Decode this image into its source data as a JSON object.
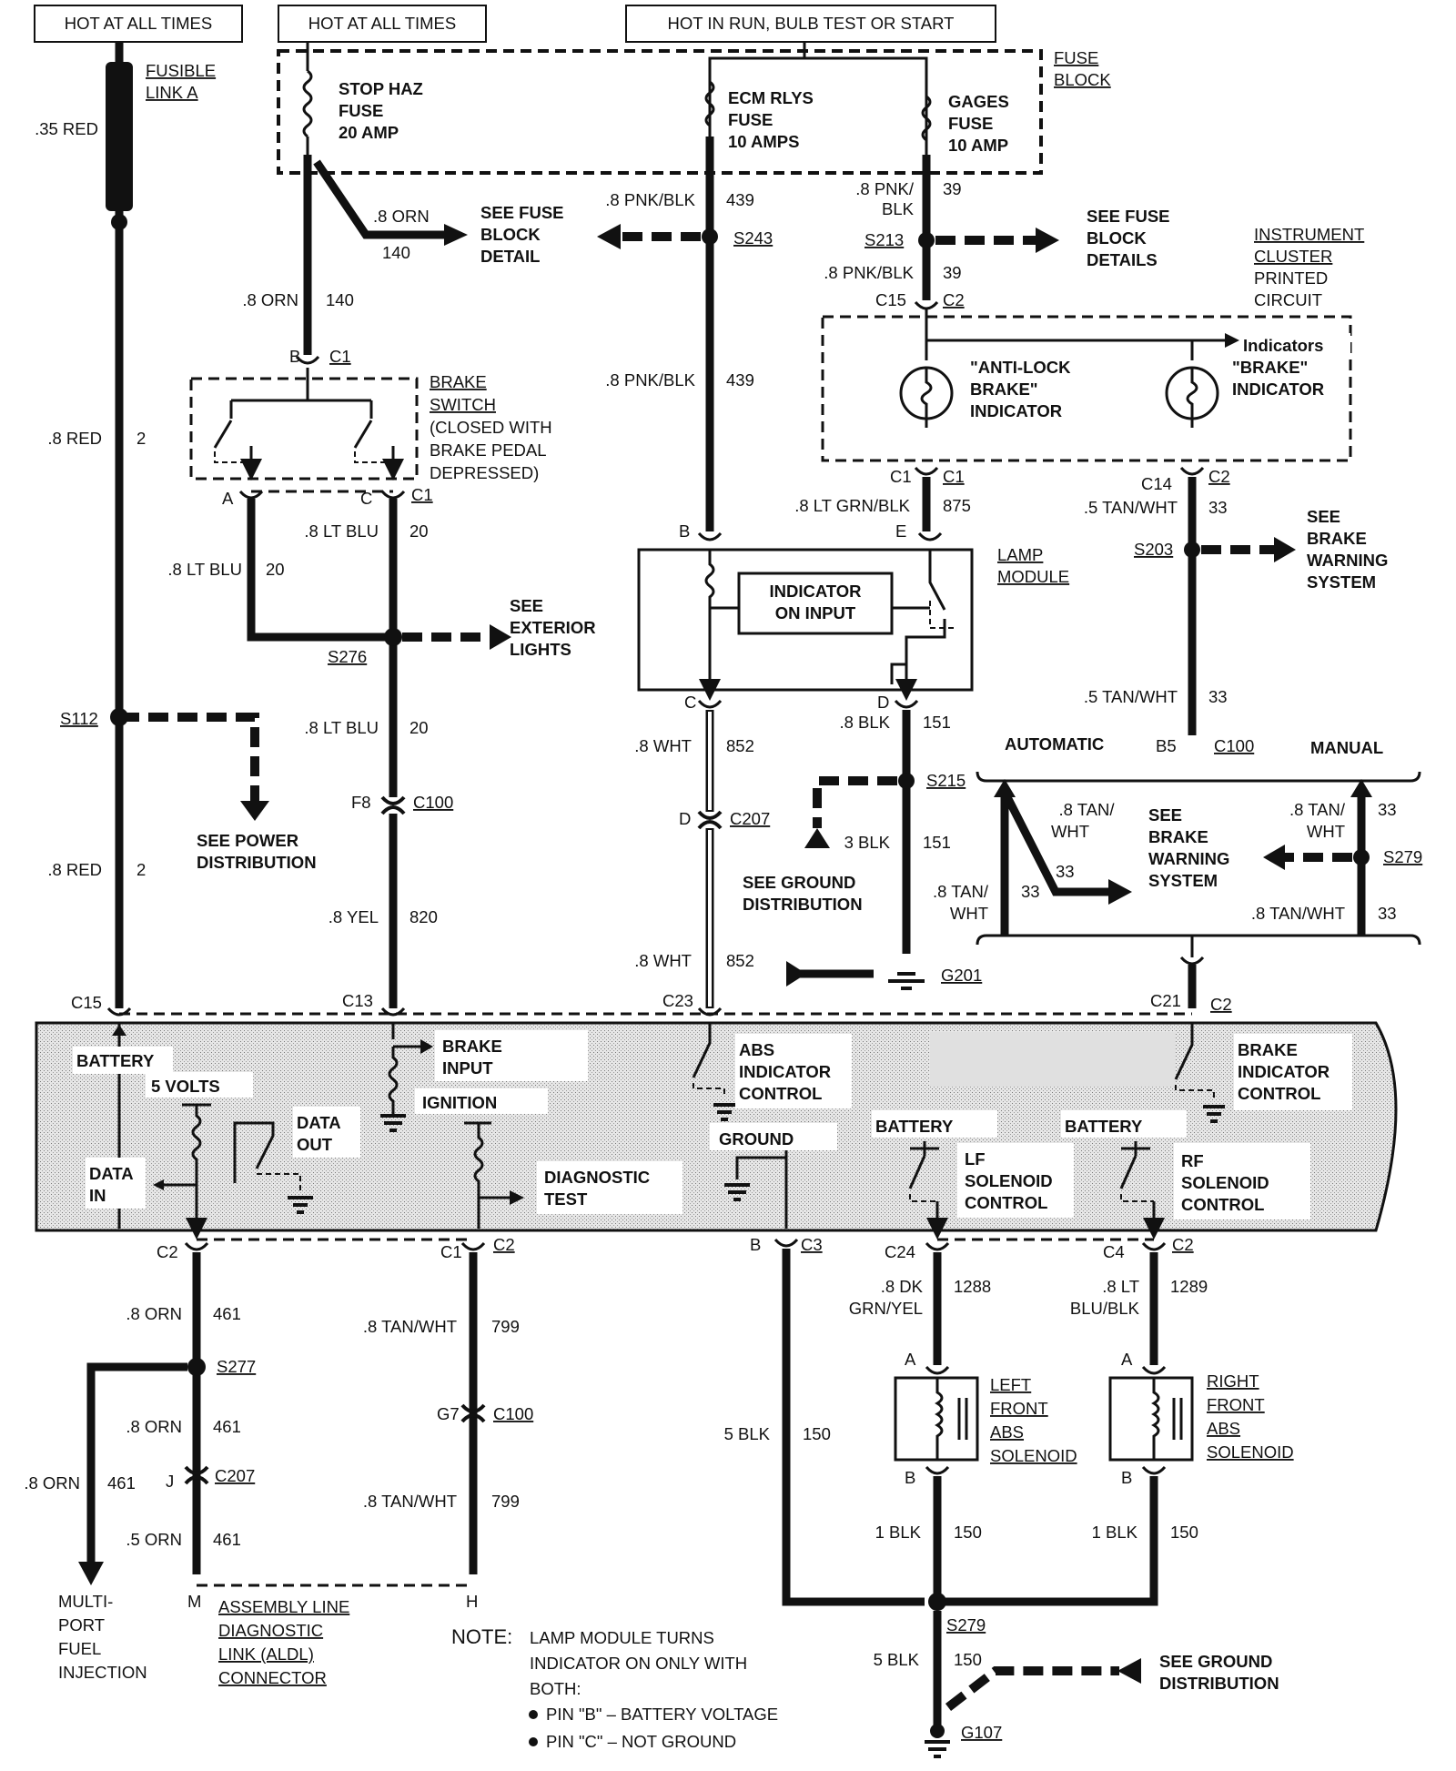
{
  "headers": {
    "h1": "HOT AT ALL TIMES",
    "h2": "HOT AT ALL TIMES",
    "h3": "HOT IN RUN, BULB TEST OR START"
  },
  "fuse_block": {
    "label1": "FUSE",
    "label2": "BLOCK",
    "stop_haz": [
      "STOP HAZ",
      "FUSE",
      "20 AMP"
    ],
    "ecm_rlys": [
      "ECM RLYS",
      "FUSE",
      "10 AMPS"
    ],
    "gages": [
      "GAGES",
      "FUSE",
      "10 AMP"
    ]
  },
  "fusible_link": [
    "FUSIBLE",
    "LINK  A"
  ],
  "wires": {
    "red35": ".35 RED",
    "orn140_a": ".8 ORN",
    "n140_a": "140",
    "orn140_b": ".8 ORN",
    "n140_b": "140",
    "red2_a": ".8 RED",
    "n2_a": "2",
    "red2_b": ".8 RED",
    "n2_b": "2",
    "pnk439_a": ".8 PNK/BLK",
    "n439_a": "439",
    "pnk439_b": ".8 PNK/BLK",
    "n439_b": "439",
    "pnk39_a1": ".8 PNK/",
    "pnk39_a2": "BLK",
    "n39_a": "39",
    "pnk39_b": ".8 PNK/BLK",
    "n39_b": "39",
    "ltblu20_a": ".8 LT BLU",
    "n20_a": "20",
    "ltblu20_b": ".8 LT BLU",
    "n20_b": "20",
    "ltblu20_c": ".8 LT BLU",
    "n20_c": "20",
    "yel820": ".8 YEL",
    "n820": "820",
    "ltgrn875": ".8 LT GRN/BLK",
    "n875": "875",
    "tan33_a": ".5 TAN/WHT",
    "n33_a": "33",
    "tan33_b": ".5 TAN/WHT",
    "n33_b": "33",
    "wht852_a": ".8 WHT",
    "n852_a": "852",
    "wht852_b": ".8 WHT",
    "n852_b": "852",
    "blk151_a": ".8 BLK",
    "n151_a": "151",
    "blk151_b": "3 BLK",
    "n151_b": "151",
    "tan_auto1_a": ".8 TAN/",
    "tan_auto1_b": "WHT",
    "n33_c": "33",
    "tan_auto2_a": ".8 TAN/",
    "tan_auto2_b": "WHT",
    "n33_d": "33",
    "tan_man1_a": ".8 TAN/",
    "tan_man1_b": "WHT",
    "n33_e": "33",
    "tan_man2": ".8 TAN/WHT",
    "n33_f": "33",
    "orn461_a": ".8 ORN",
    "n461_a": "461",
    "orn461_b": ".8 ORN",
    "n461_b": "461",
    "orn461_c": ".8 ORN",
    "n461_c": "461",
    "orn461_d": ".5 ORN",
    "n461_d": "461",
    "tan799_a": ".8 TAN/WHT",
    "n799_a": "799",
    "tan799_b": ".8 TAN/WHT",
    "n799_b": "799",
    "blk150_a": "5 BLK",
    "n150_a": "150",
    "dkgrn_a": ".8 DK",
    "dkgrn_b": "GRN/YEL",
    "n1288": "1288",
    "ltblu_a": ".8 LT",
    "ltblu_b": "BLU/BLK",
    "n1289": "1289",
    "blk150_b": "1 BLK",
    "n150_b": "150",
    "blk150_c": "1 BLK",
    "n150_c": "150",
    "blk150_d": "5 BLK",
    "n150_d": "150"
  },
  "refs": {
    "fuse_detail": [
      "SEE FUSE",
      "BLOCK",
      "DETAIL"
    ],
    "fuse_details": [
      "SEE FUSE",
      "BLOCK",
      "DETAILS"
    ],
    "exterior": [
      "SEE",
      "EXTERIOR",
      "LIGHTS"
    ],
    "power": [
      "SEE POWER",
      "DISTRIBUTION"
    ],
    "brake_warn1": [
      "SEE",
      "BRAKE",
      "WARNING",
      "SYSTEM"
    ],
    "brake_warn2": [
      "SEE",
      "BRAKE",
      "WARNING",
      "SYSTEM"
    ],
    "ground1": [
      "SEE GROUND",
      "DISTRIBUTION"
    ],
    "ground2": [
      "SEE GROUND",
      "DISTRIBUTION"
    ],
    "mpfi": [
      "MULTI-",
      "PORT",
      "FUEL",
      "INJECTION"
    ]
  },
  "splices": {
    "s243": "S243",
    "s213": "S213",
    "s276": "S276",
    "s112": "S112",
    "s203": "S203",
    "s215": "S215",
    "s279a": "S279",
    "s277": "S277",
    "s279b": "S279",
    "g201": "G201",
    "g107": "G107"
  },
  "connectors": {
    "c15a": "C15",
    "c2a": "C2",
    "b_c1": "B",
    "c1_top": "C1",
    "a": "A",
    "c": "C",
    "c1_bot": "C1",
    "c1_ab1": "C1",
    "c1_ab2": "C1",
    "c14": "C14",
    "c2b": "C2",
    "b_lamp": "B",
    "e_lamp": "E",
    "c_lamp": "C",
    "d_lamp": "D",
    "f8": "F8",
    "c100a": "C100",
    "d207": "D",
    "c207a": "C207",
    "b5": "B5",
    "c100b": "C100",
    "c15b": "C15",
    "c13": "C13",
    "c23": "C23",
    "c21": "C21",
    "c2c": "C2",
    "c2d": "C2",
    "c1e": "C1",
    "c2e": "C2",
    "b_c3": "B",
    "c3": "C3",
    "c24": "C24",
    "c4": "C4",
    "c2f": "C2",
    "g7": "G7",
    "c100c": "C100",
    "j": "J",
    "c207b": "C207",
    "m": "M",
    "h": "H",
    "a_lf": "A",
    "b_lf": "B",
    "a_rf": "A",
    "b_rf": "B"
  },
  "components": {
    "brake_switch": [
      "BRAKE",
      "SWITCH",
      "(CLOSED WITH",
      "BRAKE PEDAL",
      "DEPRESSED)"
    ],
    "cluster": [
      "INSTRUMENT",
      "CLUSTER",
      "PRINTED",
      "CIRCUIT"
    ],
    "indicators": "Indicators",
    "antilock": [
      "\"ANTI-LOCK",
      "BRAKE\"",
      "INDICATOR"
    ],
    "brake_ind": [
      "\"BRAKE\"",
      "INDICATOR"
    ],
    "lamp_module": [
      "LAMP",
      "MODULE"
    ],
    "indicator_on": [
      "INDICATOR",
      "ON INPUT"
    ],
    "automatic": "AUTOMATIC",
    "manual": "MANUAL",
    "lf_solenoid": [
      "LEFT",
      "FRONT",
      "ABS",
      "SOLENOID"
    ],
    "rf_solenoid": [
      "RIGHT",
      "FRONT",
      "ABS",
      "SOLENOID"
    ],
    "aldl": [
      "ASSEMBLY LINE",
      "DIAGNOSTIC",
      "LINK (ALDL)",
      "CONNECTOR"
    ]
  },
  "module": {
    "battery": "BATTERY",
    "five_volts": "5 VOLTS",
    "data_out": [
      "DATA",
      "OUT"
    ],
    "data_in": [
      "DATA",
      "IN"
    ],
    "brake_input": [
      "BRAKE",
      "INPUT"
    ],
    "ignition": "IGNITION",
    "diag": [
      "DIAGNOSTIC",
      "TEST"
    ],
    "abs_ind": [
      "ABS",
      "INDICATOR",
      "CONTROL"
    ],
    "ground": "GROUND",
    "battery2": "BATTERY",
    "battery3": "BATTERY",
    "lf_ctrl": [
      "LF",
      "SOLENOID",
      "CONTROL"
    ],
    "rf_ctrl": [
      "RF",
      "SOLENOID",
      "CONTROL"
    ],
    "brake_ind_ctrl": [
      "BRAKE",
      "INDICATOR",
      "CONTROL"
    ]
  },
  "note": {
    "title": "NOTE:",
    "l1": "LAMP MODULE TURNS",
    "l2": "INDICATOR ON ONLY WITH",
    "l3": "BOTH:",
    "l4": "PIN \"B\" – BATTERY VOLTAGE",
    "l5": "PIN \"C\" – NOT GROUND"
  }
}
